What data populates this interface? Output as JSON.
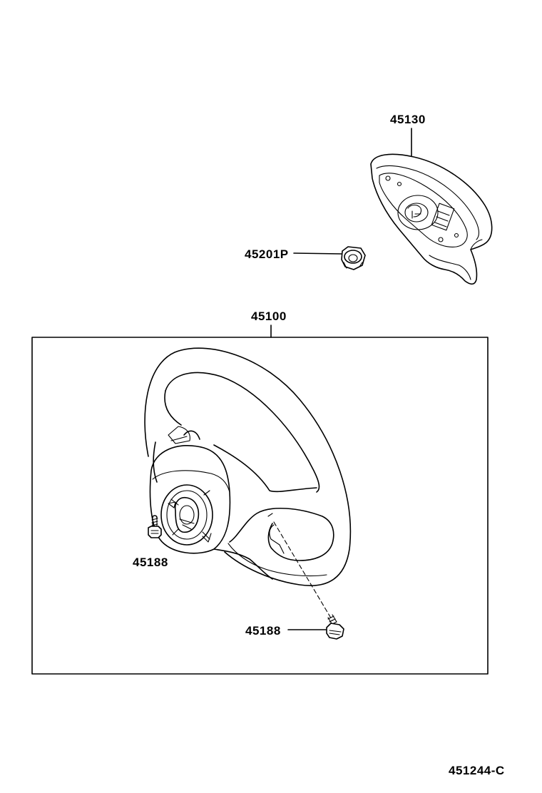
{
  "parts": {
    "airbag": "45130",
    "nut": "45201P",
    "steering_wheel_assy": "45100",
    "screw_left": "45188",
    "screw_right": "45188"
  },
  "figure_code": "451244-C"
}
